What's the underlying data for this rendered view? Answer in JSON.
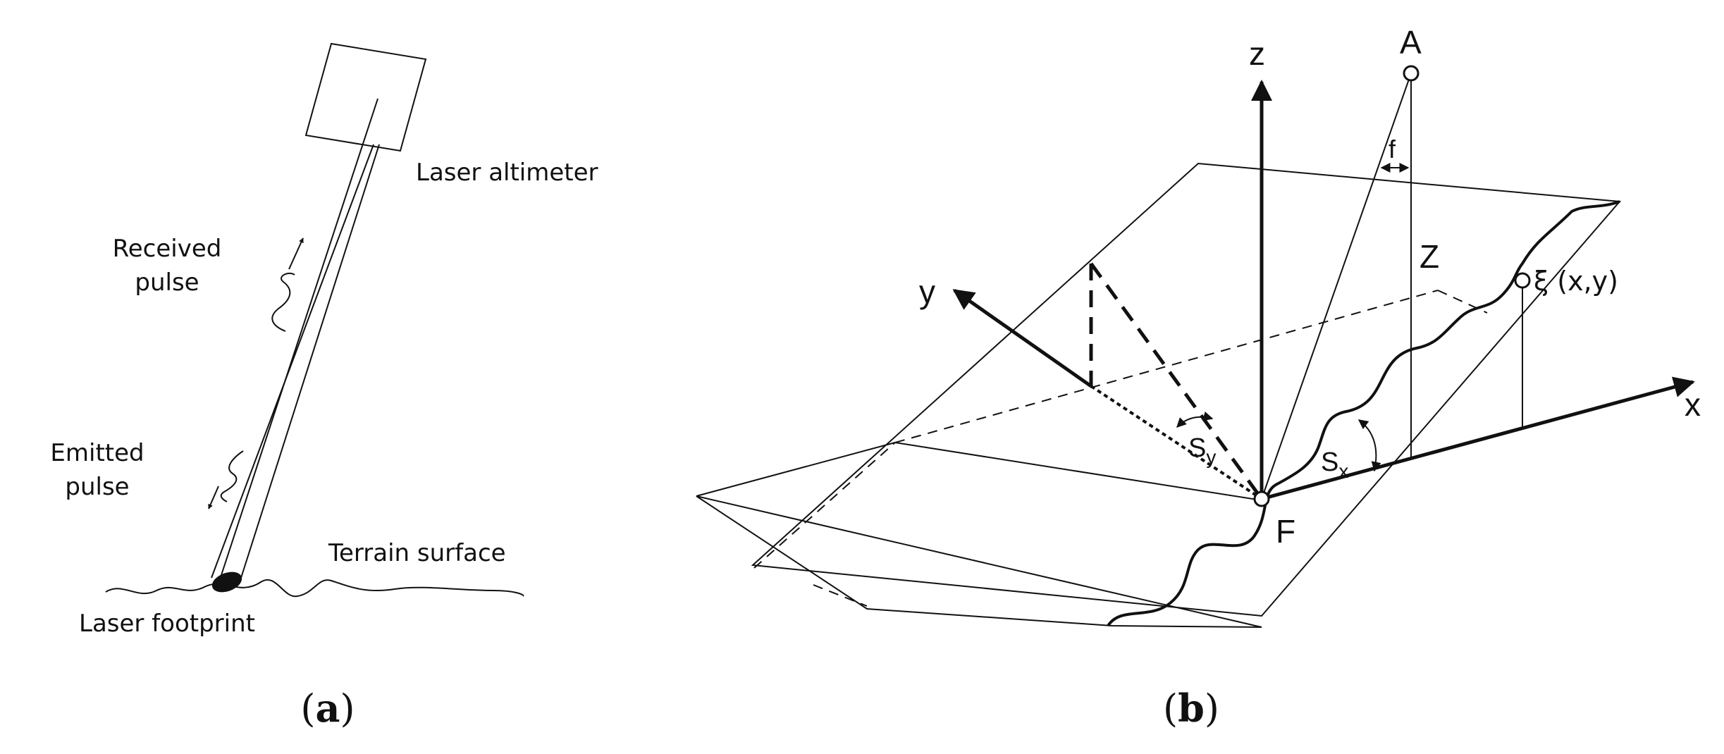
{
  "panel_a": {
    "labels": {
      "altimeter": "Laser altimeter",
      "received_line1": "Received",
      "received_line2": "pulse",
      "emitted_line1": "Emitted",
      "emitted_line2": "pulse",
      "terrain": "Terrain surface",
      "footprint": "Laser footprint"
    },
    "caption": {
      "open": "(",
      "letter": "a",
      "close": ")"
    }
  },
  "panel_b": {
    "labels": {
      "z_axis": "z",
      "y_axis": "y",
      "x_axis": "x",
      "point_A": "A",
      "point_F": "F",
      "Z_height": "Z",
      "f_angle": "f",
      "xi_point": "ξ (x,y)",
      "Sx_base": "S",
      "Sx_sub": "x",
      "Sy_base": "S",
      "Sy_sub": "y"
    },
    "caption": {
      "open": "(",
      "letter": "b",
      "close": ")"
    }
  }
}
